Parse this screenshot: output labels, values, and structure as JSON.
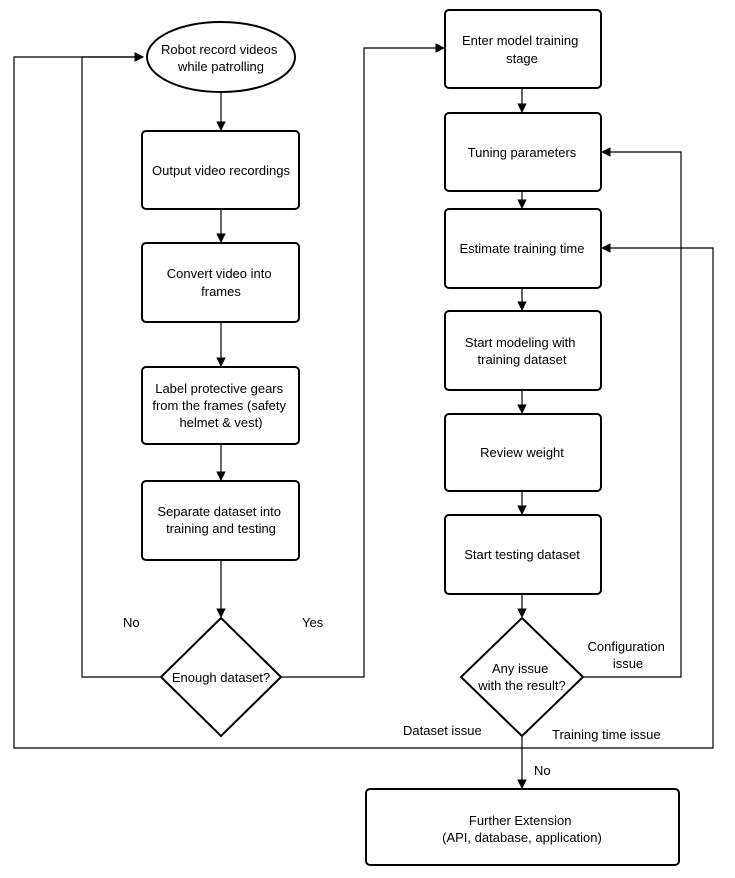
{
  "nodes": {
    "start": [
      "Robot record videos",
      "while patrolling"
    ],
    "output": [
      "Output video recordings"
    ],
    "convert": [
      "Convert video into",
      "frames"
    ],
    "label": [
      "Label protective gears",
      "from the frames (safety",
      "helmet & vest)"
    ],
    "separate": [
      "Separate dataset into",
      "training and testing"
    ],
    "enough": [
      "Enough dataset?"
    ],
    "enter": [
      "Enter model training",
      "stage"
    ],
    "tuning": [
      "Tuning parameters"
    ],
    "estimate": [
      "Estimate training time"
    ],
    "modeling": [
      "Start modeling with",
      "training dataset"
    ],
    "review": [
      "Review weight"
    ],
    "testing": [
      "Start testing dataset"
    ],
    "issue": [
      "Any issue",
      "with the result?"
    ],
    "further": [
      "Further Extension",
      "(API, database, application)"
    ]
  },
  "edge_labels": {
    "no_left": "No",
    "yes_right": "Yes",
    "config_issue": [
      "Configuration",
      "issue"
    ],
    "dataset_issue": "Dataset issue",
    "training_time_issue": "Training time issue",
    "no_bottom": "No"
  }
}
